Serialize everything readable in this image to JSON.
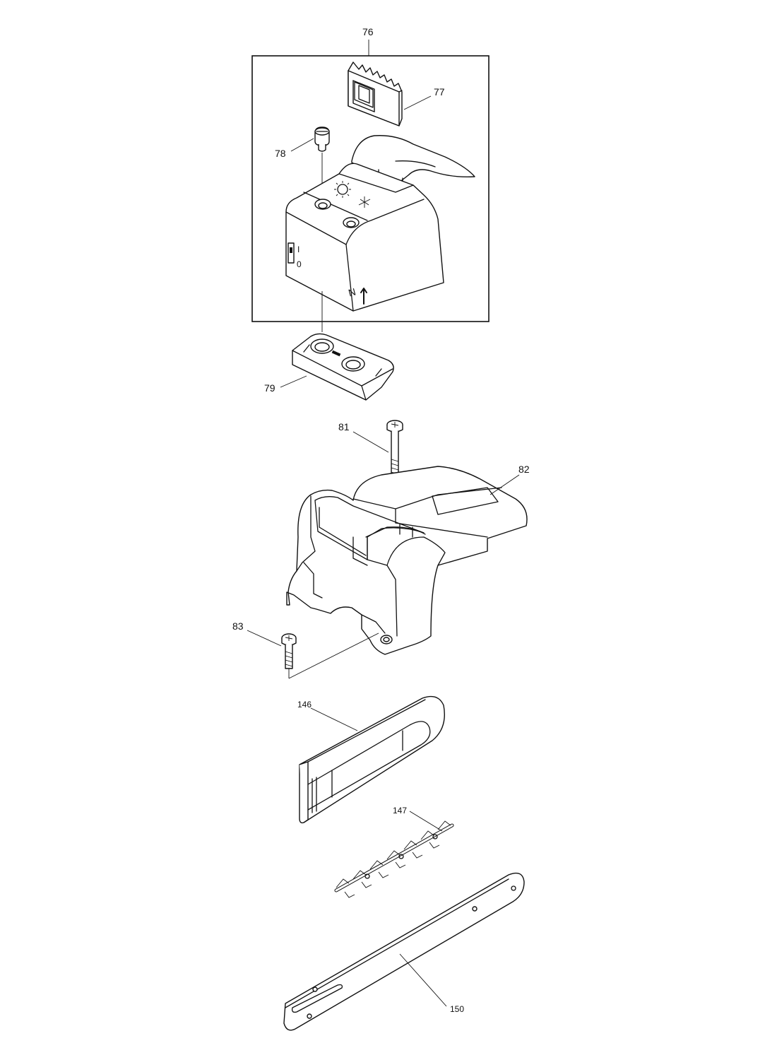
{
  "labels": {
    "p76": "76",
    "p77": "77",
    "p78": "78",
    "p79": "79",
    "p81": "81",
    "p82": "82",
    "p83": "83",
    "p146": "146",
    "p147": "147",
    "p150": "150"
  },
  "switch_marks": {
    "on": "I",
    "off": "0"
  },
  "cover_mark": "N",
  "colors": {
    "line": "#111111",
    "background": "#ffffff"
  }
}
